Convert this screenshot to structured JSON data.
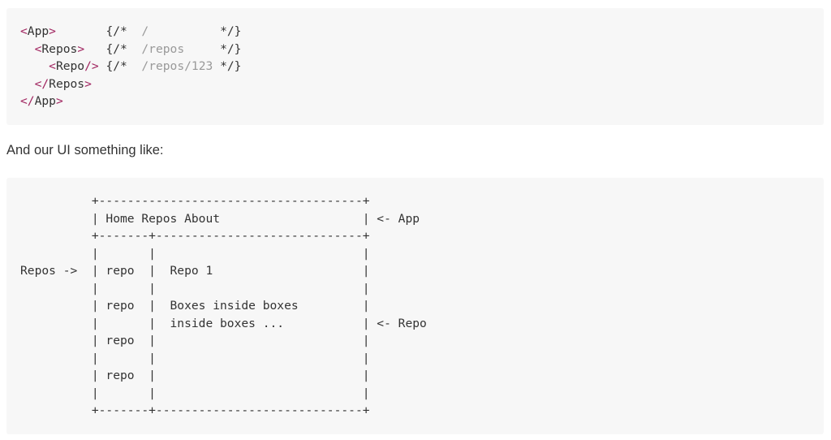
{
  "code_jsx": {
    "lines": [
      {
        "indent": "",
        "tags": [
          "<",
          "App",
          ">"
        ],
        "pad": "       ",
        "open": "{/*",
        "path": "  /          ",
        "close": "*/}"
      },
      {
        "indent": "  ",
        "tags": [
          "<",
          "Repos",
          ">"
        ],
        "pad": "   ",
        "open": "{/*",
        "path": "  /repos     ",
        "close": "*/}"
      },
      {
        "indent": "    ",
        "tags": [
          "<",
          "Repo",
          "/>"
        ],
        "pad": " ",
        "open": "{/*",
        "path": "  /repos/123 ",
        "close": "*/}"
      },
      {
        "indent": "  ",
        "tags": [
          "</",
          "Repos",
          ">"
        ]
      },
      {
        "indent": "",
        "tags": [
          "</",
          "App",
          ">"
        ]
      }
    ]
  },
  "prose_text": "And our UI something like:",
  "code_ascii": {
    "text": "          +-------------------------------------+\n          | Home Repos About                    | <- App\n          +-------+-----------------------------+\n          |       |                             |\nRepos ->  | repo  |  Repo 1                     |\n          |       |                             |\n          | repo  |  Boxes inside boxes         |\n          |       |  inside boxes ...           | <- Repo\n          | repo  |                             |\n          |       |                             |\n          | repo  |                             |\n          |       |                             |\n          +-------+-----------------------------+"
  },
  "colors": {
    "tag": "#a0245f",
    "comment": "#999999",
    "text": "#333333",
    "code_background": "#f7f7f7"
  }
}
